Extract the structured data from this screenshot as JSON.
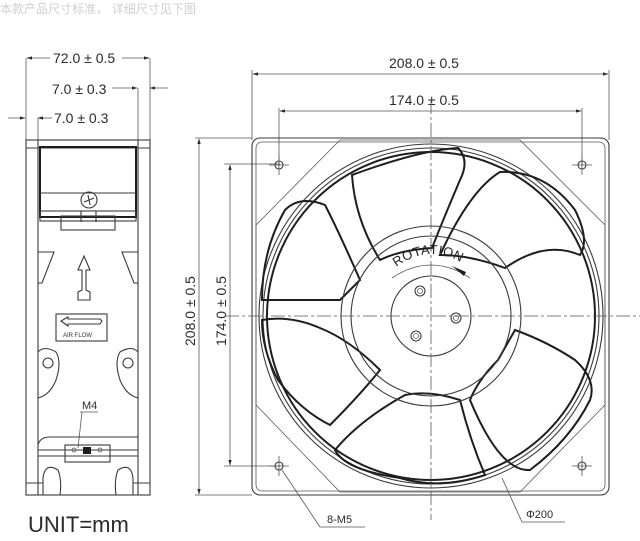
{
  "watermark": "本款产品尺寸标准，  详细尺寸见下图",
  "side_view": {
    "overall_depth": "72.0 ± 0.5",
    "flange_right": "7.0 ± 0.3",
    "flange_left": "7.0 ± 0.3",
    "airflow_label": "AIR FLOW",
    "screw_label": "M4"
  },
  "front_view": {
    "overall_width": "208.0 ± 0.5",
    "hole_spacing_h": "174.0 ± 0.5",
    "overall_height": "208.0 ± 0.5",
    "hole_spacing_v": "174.0 ± 0.5",
    "rotation_label": "ROTATION",
    "mount_holes": "8-M5",
    "diameter": "Φ200"
  },
  "unit_label": "UNIT=mm"
}
